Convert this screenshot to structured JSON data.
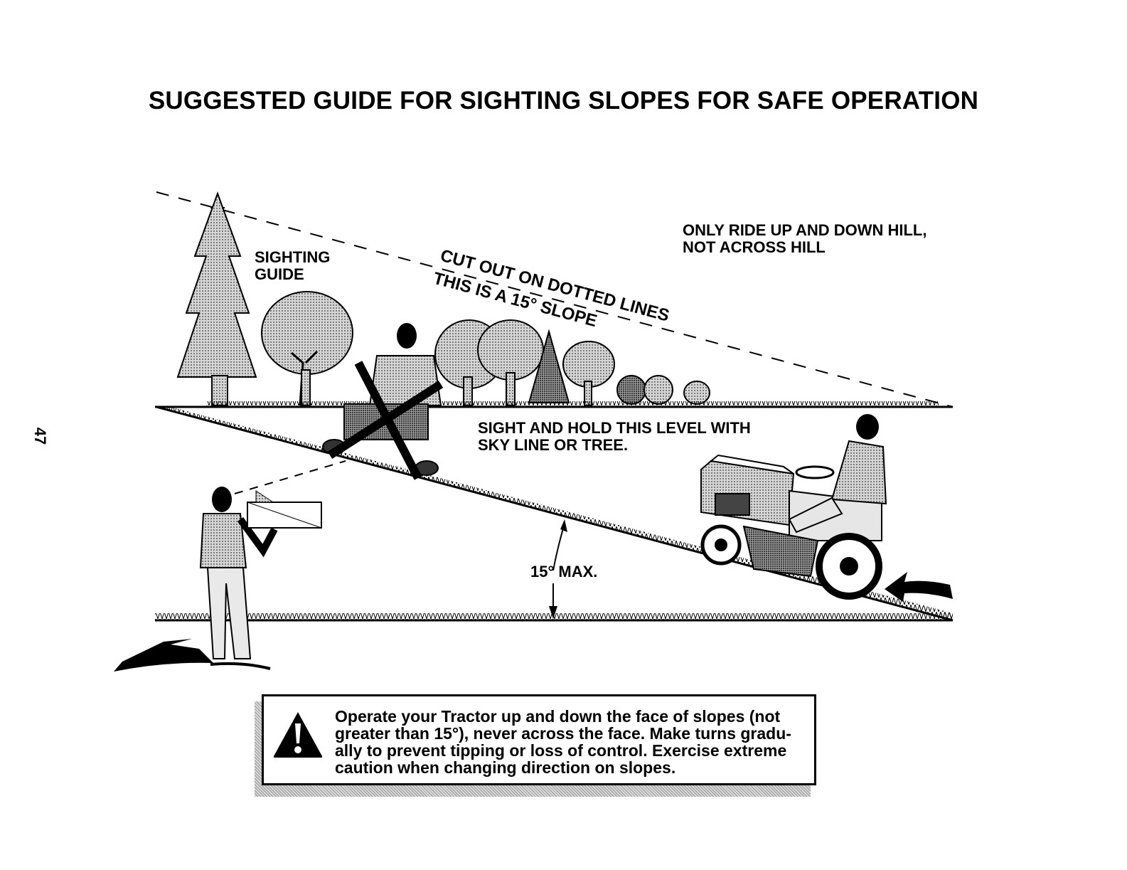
{
  "page": {
    "title": "SUGGESTED GUIDE FOR SIGHTING SLOPES FOR SAFE OPERATION",
    "page_number": "47"
  },
  "labels": {
    "sighting_guide": "SIGHTING\nGUIDE",
    "ride_direction": "ONLY RIDE UP AND DOWN HILL,\nNOT ACROSS HILL",
    "cut_out": "CUT OUT ON DOTTED LINES",
    "slope_note": "THIS IS A 15° SLOPE",
    "sight_level": "SIGHT AND HOLD THIS LEVEL WITH\nSKY LINE OR TREE.",
    "max_angle": "15° MAX."
  },
  "warning": {
    "icon": "warning-triangle-icon",
    "text": "Operate your Tractor up and down the face of slopes (not\ngreater than 15°), never across the face. Make turns gradu-\nally to prevent tipping or loss of control. Exercise extreme\ncaution when changing direction on slopes."
  },
  "colors": {
    "ink": "#000000",
    "shade": "#8c8c8c",
    "light_shade": "#c8c8c8"
  }
}
